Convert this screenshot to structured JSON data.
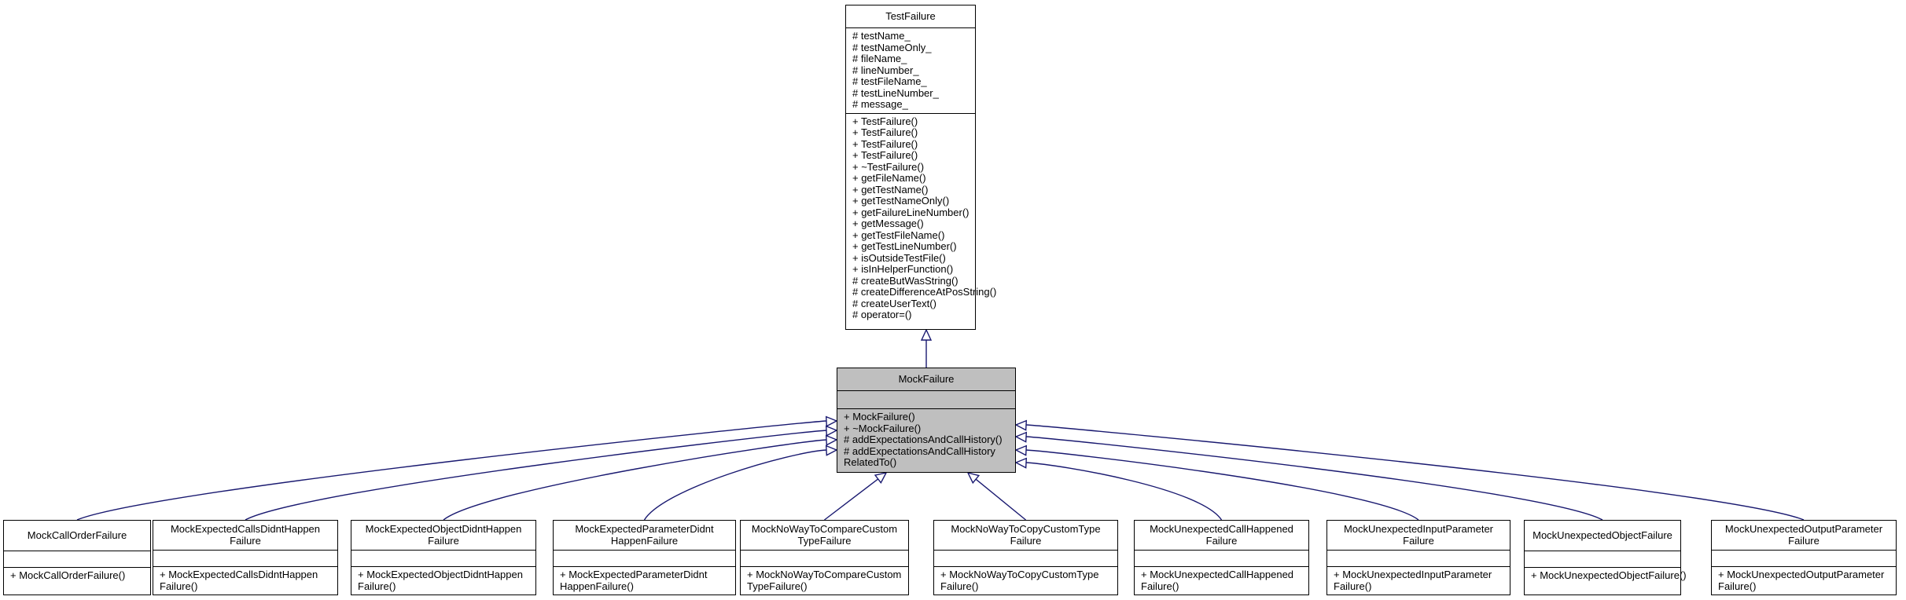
{
  "edge_color": "#191970",
  "highlight_color": "#bfbfbf",
  "base": {
    "name": "TestFailure",
    "attributes": [
      "# testName_",
      "# testNameOnly_",
      "# fileName_",
      "# lineNumber_",
      "# testFileName_",
      "# testLineNumber_",
      "# message_"
    ],
    "methods": [
      "+ TestFailure()",
      "+ TestFailure()",
      "+ TestFailure()",
      "+ TestFailure()",
      "+ ~TestFailure()",
      "+ getFileName()",
      "+ getTestName()",
      "+ getTestNameOnly()",
      "+ getFailureLineNumber()",
      "+ getMessage()",
      "+ getTestFileName()",
      "+ getTestLineNumber()",
      "+ isOutsideTestFile()",
      "+ isInHelperFunction()",
      "# createButWasString()",
      "# createDifferenceAtPosString()",
      "# createUserText()",
      "# operator=()"
    ]
  },
  "focus": {
    "name": "MockFailure",
    "methods": [
      "+ MockFailure()",
      "+ ~MockFailure()",
      "# addExpectationsAndCallHistory()",
      "# addExpectationsAndCallHistory",
      "RelatedTo()"
    ]
  },
  "children": [
    {
      "name": [
        "MockCallOrderFailure"
      ],
      "methods": [
        "+ MockCallOrderFailure()"
      ]
    },
    {
      "name": [
        "MockExpectedCallsDidntHappen",
        "Failure"
      ],
      "methods": [
        "+ MockExpectedCallsDidntHappen",
        "Failure()"
      ]
    },
    {
      "name": [
        "MockExpectedObjectDidntHappen",
        "Failure"
      ],
      "methods": [
        "+ MockExpectedObjectDidntHappen",
        "Failure()"
      ]
    },
    {
      "name": [
        "MockExpectedParameterDidnt",
        "HappenFailure"
      ],
      "methods": [
        "+ MockExpectedParameterDidnt",
        "HappenFailure()"
      ]
    },
    {
      "name": [
        "MockNoWayToCompareCustom",
        "TypeFailure"
      ],
      "methods": [
        "+ MockNoWayToCompareCustom",
        "TypeFailure()"
      ]
    },
    {
      "name": [
        "MockNoWayToCopyCustomType",
        "Failure"
      ],
      "methods": [
        "+ MockNoWayToCopyCustomType",
        "Failure()"
      ]
    },
    {
      "name": [
        "MockUnexpectedCallHappened",
        "Failure"
      ],
      "methods": [
        "+ MockUnexpectedCallHappened",
        "Failure()"
      ]
    },
    {
      "name": [
        "MockUnexpectedInputParameter",
        "Failure"
      ],
      "methods": [
        "+ MockUnexpectedInputParameter",
        "Failure()"
      ]
    },
    {
      "name": [
        "MockUnexpectedObjectFailure"
      ],
      "methods": [
        "+ MockUnexpectedObjectFailure()"
      ]
    },
    {
      "name": [
        "MockUnexpectedOutputParameter",
        "Failure"
      ],
      "methods": [
        "+ MockUnexpectedOutputParameter",
        "Failure()"
      ]
    }
  ]
}
